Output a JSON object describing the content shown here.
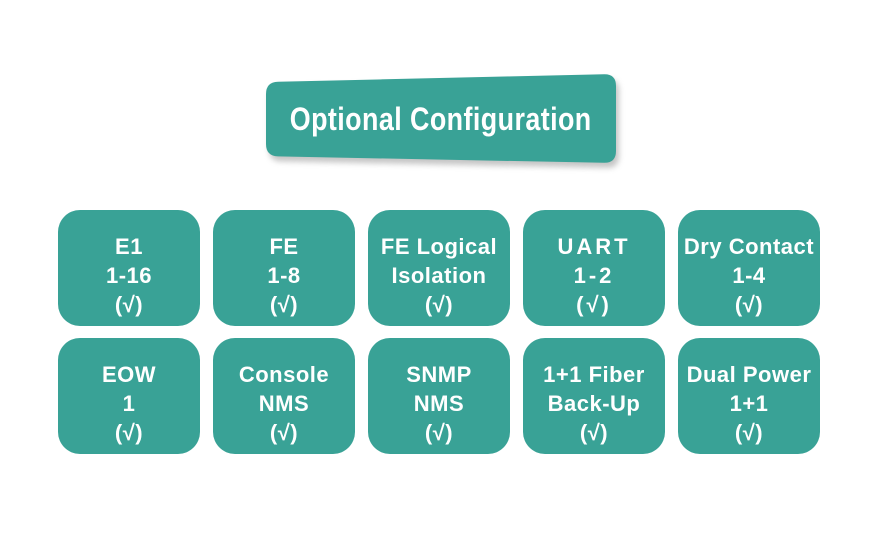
{
  "colors": {
    "teal": "#39a296",
    "text": "#ffffff",
    "background": "#ffffff"
  },
  "banner": {
    "title": "Optional Configuration"
  },
  "cards": [
    {
      "name": "e1",
      "lines": [
        "E1",
        "1-16",
        "(√)"
      ]
    },
    {
      "name": "fe",
      "lines": [
        "FE",
        "1-8",
        "(√)"
      ]
    },
    {
      "name": "fe-logical-isolation",
      "lines": [
        "FE Logical",
        "Isolation",
        "(√)"
      ]
    },
    {
      "name": "uart",
      "lines": [
        "UART",
        "1-2",
        "(√)"
      ]
    },
    {
      "name": "dry-contact",
      "lines": [
        "Dry Contact",
        "1-4",
        "(√)"
      ]
    },
    {
      "name": "eow",
      "lines": [
        "EOW",
        "1",
        "(√)"
      ]
    },
    {
      "name": "console-nms",
      "lines": [
        "Console",
        "NMS",
        "(√)"
      ]
    },
    {
      "name": "snmp-nms",
      "lines": [
        "SNMP",
        "NMS",
        "(√)"
      ]
    },
    {
      "name": "fiber-backup",
      "lines": [
        "1+1 Fiber",
        "Back-Up",
        "(√)"
      ]
    },
    {
      "name": "dual-power",
      "lines": [
        "Dual Power",
        "1+1",
        "(√)"
      ]
    }
  ]
}
